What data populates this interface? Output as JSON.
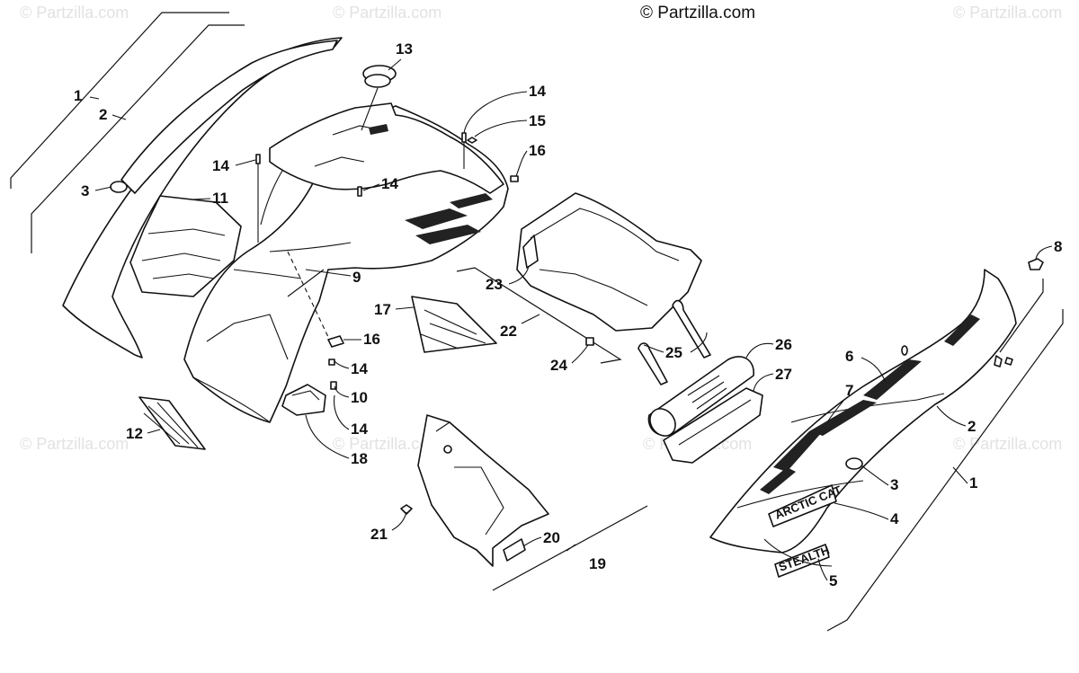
{
  "copyright": "© Partzilla.com",
  "watermark": "© Partzilla.com",
  "decal_text": {
    "brand": "ARCTIC CAT",
    "model": "STEALTH"
  },
  "callouts": {
    "c1a": "1",
    "c2a": "2",
    "c3a": "3",
    "c11": "11",
    "c12": "12",
    "c13": "13",
    "c14a": "14",
    "c14b": "14",
    "c14c": "14",
    "c15": "15",
    "c16a": "16",
    "c9": "9",
    "c17": "17",
    "c16b": "16",
    "c14d": "14",
    "c10": "10",
    "c14e": "14",
    "c18": "18",
    "c22": "22",
    "c23": "23",
    "c24": "24",
    "c25": "25",
    "c26": "26",
    "c27": "27",
    "c21": "21",
    "c20": "20",
    "c19": "19",
    "c8": "8",
    "c6": "6",
    "c7": "7",
    "c2b": "2",
    "c3b": "3",
    "c1b": "1",
    "c4": "4",
    "c5": "5"
  }
}
